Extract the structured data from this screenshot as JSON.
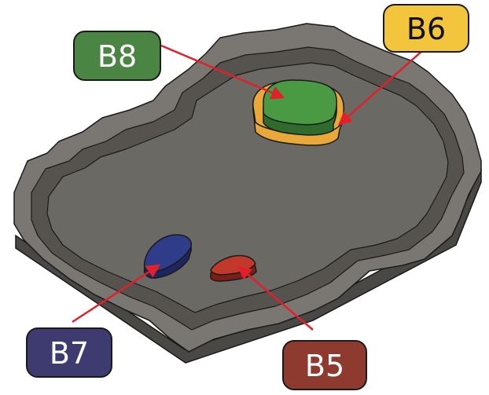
{
  "diagram": {
    "parts": [
      {
        "id": "b8",
        "label": "B8",
        "fill": "#4b8543",
        "text_color": "#ffffff",
        "part_color": "#4a9a44"
      },
      {
        "id": "b6",
        "label": "B6",
        "fill": "#f2c53d",
        "text_color": "#111111",
        "part_color": "#e8a83a"
      },
      {
        "id": "b7",
        "label": "B7",
        "fill": "#3d3b6f",
        "text_color": "#ffffff",
        "part_color": "#2f3c8a"
      },
      {
        "id": "b5",
        "label": "B5",
        "fill": "#8f3a2f",
        "text_color": "#ffffff",
        "part_color": "#c0392b"
      }
    ],
    "colors": {
      "base": "#6b6964",
      "base_side": "#4a4845",
      "rock": "#7a7671",
      "rock_side": "#56534f",
      "outline": "#1a1a1a",
      "arrow": "#e0202a"
    }
  }
}
